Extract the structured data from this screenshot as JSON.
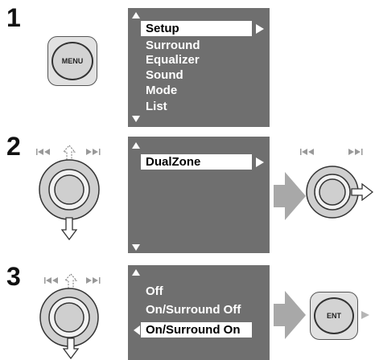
{
  "steps": [
    {
      "number": "1",
      "button_label": "MENU",
      "menu": {
        "selected": "Setup",
        "items": [
          "Surround",
          "Equalizer",
          "Sound",
          "Mode",
          "List"
        ]
      }
    },
    {
      "number": "2",
      "menu": {
        "selected": "DualZone"
      }
    },
    {
      "number": "3",
      "button_label": "ENT",
      "menu": {
        "items": [
          "Off",
          "On/Surround Off"
        ],
        "selected": "On/Surround On"
      }
    }
  ],
  "icons": [
    "prev-track-icon",
    "next-track-icon",
    "up-arrow-icon",
    "down-arrow-icon",
    "right-arrow-icon",
    "scroll-up-icon",
    "scroll-down-icon",
    "submenu-icon",
    "back-icon",
    "process-arrow-icon"
  ]
}
